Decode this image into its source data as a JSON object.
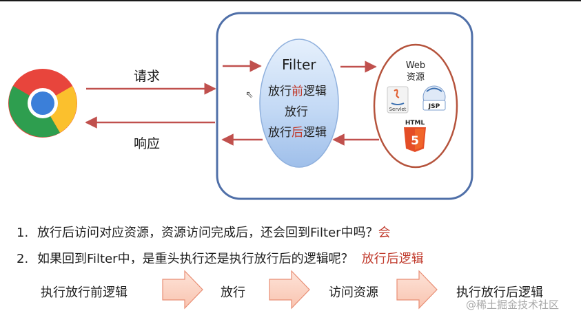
{
  "diagram": {
    "request_label": "请求",
    "response_label": "响应",
    "filter": {
      "title": "Filter",
      "line1": {
        "pre": "放行",
        "highlight": "前",
        "post": "逻辑"
      },
      "line2": "放行",
      "line3": {
        "pre": "放行",
        "highlight": "后",
        "post": "逻辑"
      }
    },
    "web_resource": {
      "line1": "Web",
      "line2": "资源",
      "servlet_label": "Servlet",
      "jsp_label": "JSP",
      "html_label": "HTML",
      "html_badge": "5"
    }
  },
  "questions": [
    {
      "number": "1.",
      "text": "放行后访问对应资源，资源访问完成后，还会回到Filter中吗？",
      "answer": "会"
    },
    {
      "number": "2.",
      "text": "如果回到Filter中，是重头执行还是执行放行后的逻辑呢？",
      "answer": "放行后逻辑"
    }
  ],
  "flow": [
    "执行放行前逻辑",
    "放行",
    "访问资源",
    "执行放行后逻辑"
  ],
  "watermark": "@稀土掘金技术社区",
  "colors": {
    "arrow": "#c0504d",
    "container_border": "#4f6fa8",
    "ellipse_fill": "#b9d3f3",
    "resource_border": "#b5533c",
    "flow_arrow_fill": "#fbd3c4",
    "flow_arrow_stroke": "#e88e74",
    "highlight": "#c0392b"
  }
}
